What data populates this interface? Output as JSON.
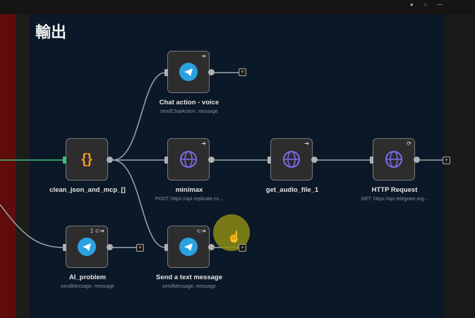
{
  "window": {
    "icons": [
      "mic-icon",
      "gear-icon",
      "minimize-icon"
    ]
  },
  "sticky_title": "輸出",
  "nodes": [
    {
      "id": "chat",
      "label": "Chat action - voice",
      "subtitle": "sendChatAction: message",
      "icon": "telegram-icon",
      "badge": "➔"
    },
    {
      "id": "clean",
      "label": "clean_json_and_mcp_[]",
      "subtitle": "",
      "icon": "code-braces-icon",
      "badge": ""
    },
    {
      "id": "minimax",
      "label": "minimax",
      "subtitle": "POST: https://api.replicate.co...",
      "icon": "globe-icon",
      "badge": "➔"
    },
    {
      "id": "audio",
      "label": "get_audio_file_1",
      "subtitle": "",
      "icon": "globe-icon",
      "badge": "➔"
    },
    {
      "id": "http",
      "label": "HTTP Request",
      "subtitle": "GET: https://api.telegram.org...",
      "icon": "globe-icon",
      "badge": "⟳"
    },
    {
      "id": "ai",
      "label": "AI_problem",
      "subtitle": "sendMessage: message",
      "icon": "telegram-icon",
      "badge": "1 ⊂➔"
    },
    {
      "id": "send",
      "label": "Send a text message",
      "subtitle": "sendMessage: message",
      "icon": "telegram-icon",
      "badge": "⊂➔"
    }
  ],
  "colors": {
    "canvas": "#0b1828",
    "node_bg": "#2d2d2e",
    "telegram": "#2aa2e0",
    "globe": "#7b6cf0",
    "code": "#f29a1e",
    "incoming_edge": "#3fbf7f"
  },
  "plus_label": "+"
}
